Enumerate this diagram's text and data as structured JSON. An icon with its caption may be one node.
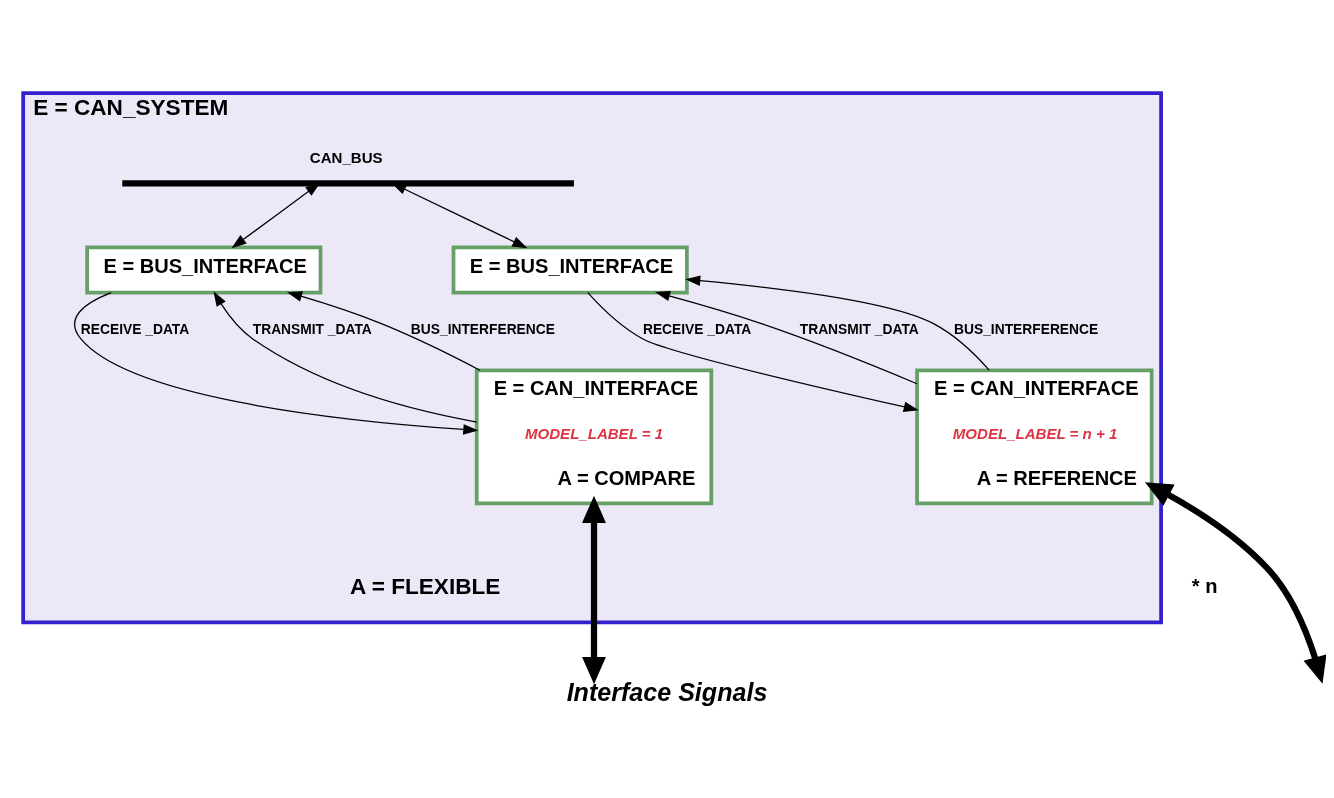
{
  "diagram": {
    "title": "Interface Signals",
    "nodes": [
      {
        "text": [
          "E = CAN_SYSTEM",
          "A = FLEXIBLE"
        ]
      },
      {
        "text": [
          "CAN_BUS"
        ],
        "in": 0
      },
      {
        "text": [
          "E = BUS_INTERFACE"
        ],
        "in": 0
      },
      {
        "text": [
          "E = CAN_INTERFACE",
          "MODEL_LABEL = 1",
          "A = COMPARE"
        ],
        "in": 0
      },
      {
        "text": [
          "E = BUS_INTERFACE"
        ],
        "in": 0
      },
      {
        "text": [
          "E = CAN_INTERFACE",
          "MODEL_LABEL = n + 1",
          "A = REFERENCE"
        ],
        "in": 0
      }
    ],
    "edges": [
      {
        "from": 1,
        "to": 2,
        "arrow": "both"
      },
      {
        "from": 2,
        "to": 3,
        "arrow": "to",
        "label": "RECEIVE _DATA"
      },
      {
        "from": 3,
        "to": 2,
        "arrow": "to",
        "label": "TRANSMIT _DATA"
      },
      {
        "from": 3,
        "to": 2,
        "arrow": "to",
        "label": "BUS_INTERFERENCE"
      },
      {
        "from": 3,
        "to": null,
        "arrow": "both",
        "style": "thick"
      },
      {
        "from": 1,
        "to": 4,
        "arrow": "both"
      },
      {
        "from": 4,
        "to": 5,
        "arrow": "to",
        "label": "RECEIVE _DATA"
      },
      {
        "from": 5,
        "to": 4,
        "arrow": "to",
        "label": "TRANSMIT _DATA"
      },
      {
        "from": 5,
        "to": 4,
        "arrow": "to",
        "label": "BUS_INTERFERENCE"
      },
      {
        "from": 5,
        "to": null,
        "arrow": "both",
        "style": "thick"
      }
    ],
    "labels": [
      "* n"
    ]
  }
}
